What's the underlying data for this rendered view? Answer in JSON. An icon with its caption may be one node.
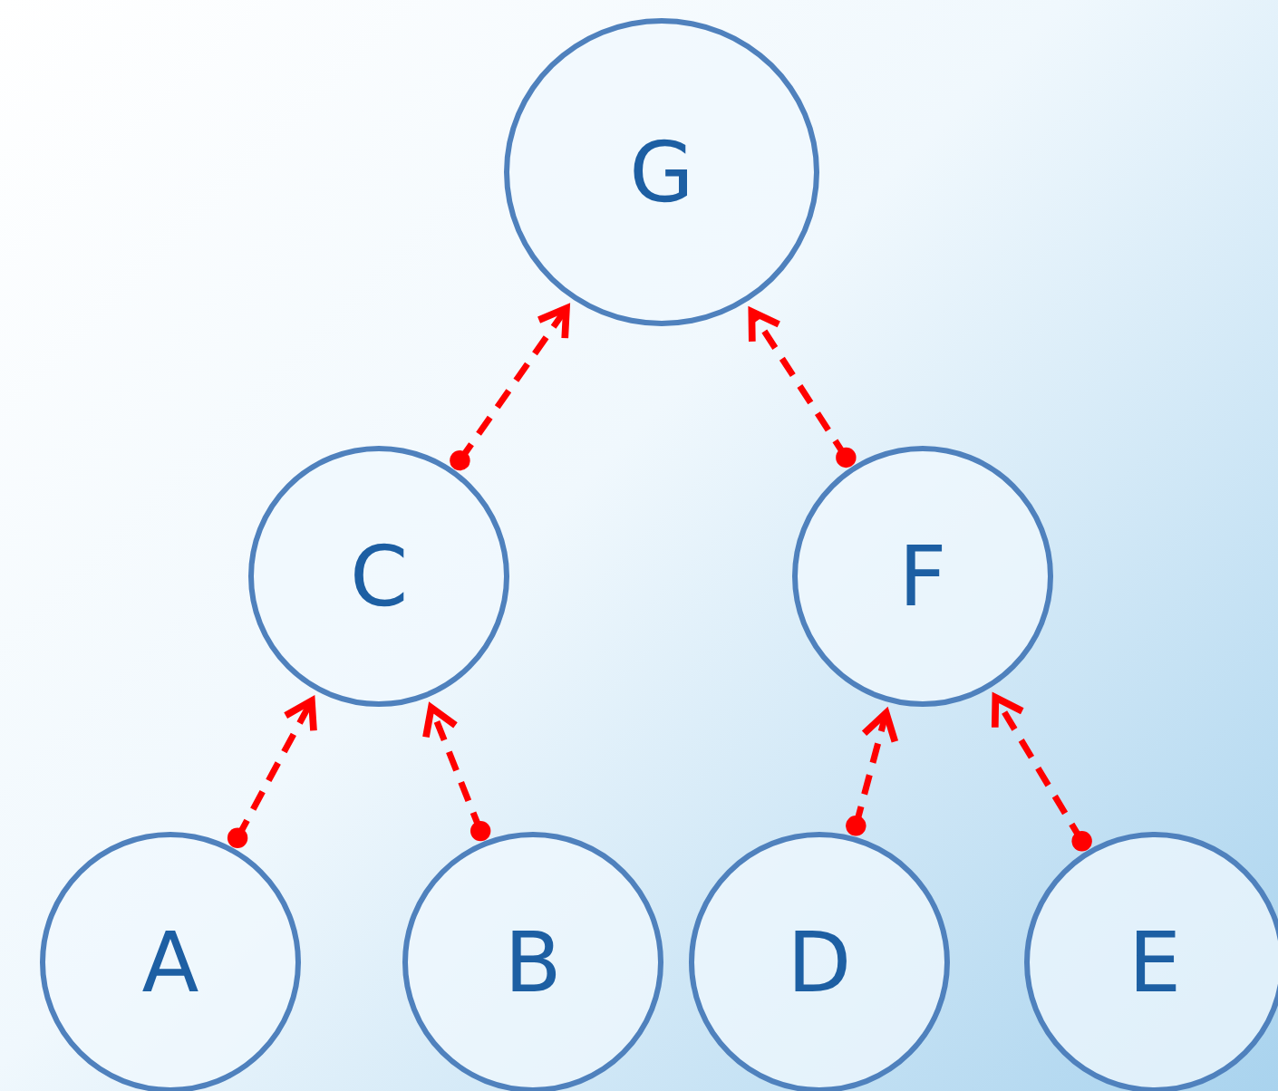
{
  "diagram": {
    "nodes": [
      {
        "text": [
          "G"
        ]
      },
      {
        "text": [
          "C"
        ]
      },
      {
        "text": [
          "F"
        ]
      },
      {
        "text": [
          "A"
        ]
      },
      {
        "text": [
          "B"
        ]
      },
      {
        "text": [
          "D"
        ]
      },
      {
        "text": [
          "E"
        ]
      }
    ],
    "edges": [
      {
        "from": 1,
        "to": 0,
        "arrow": "to",
        "style": "dashed"
      },
      {
        "from": 2,
        "to": 0,
        "arrow": "to",
        "style": "dashed"
      },
      {
        "from": 3,
        "to": 1,
        "arrow": "to",
        "style": "dashed"
      },
      {
        "from": 4,
        "to": 1,
        "arrow": "to",
        "style": "dashed"
      },
      {
        "from": 5,
        "to": 2,
        "arrow": "to",
        "style": "dashed"
      },
      {
        "from": 6,
        "to": 2,
        "arrow": "to",
        "style": "dashed"
      }
    ]
  }
}
